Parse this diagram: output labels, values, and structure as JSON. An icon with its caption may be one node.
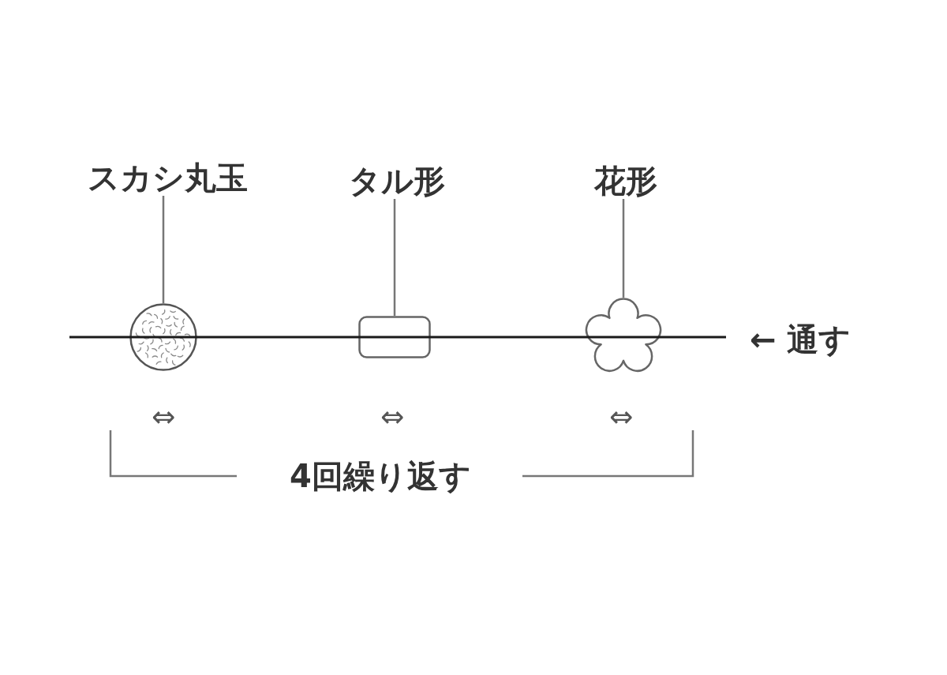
{
  "diagram": {
    "nodes": [
      {
        "text": [
          "スカシ丸玉"
        ]
      },
      {
        "text": [],
        "shape": "circle"
      },
      {
        "text": [
          "タル形"
        ]
      },
      {
        "text": [],
        "shape": "box"
      },
      {
        "text": [
          "花形"
        ]
      },
      {
        "text": [],
        "shape": "flower"
      }
    ],
    "edges": [
      {
        "from": 0,
        "to": 1,
        "arrow": "none"
      },
      {
        "from": 2,
        "to": 3,
        "arrow": "none"
      },
      {
        "from": 4,
        "to": 5,
        "arrow": "none"
      }
    ],
    "labels": [
      "← 通す",
      "⇔",
      "⇔",
      "⇔",
      "4回繰り返す"
    ]
  }
}
